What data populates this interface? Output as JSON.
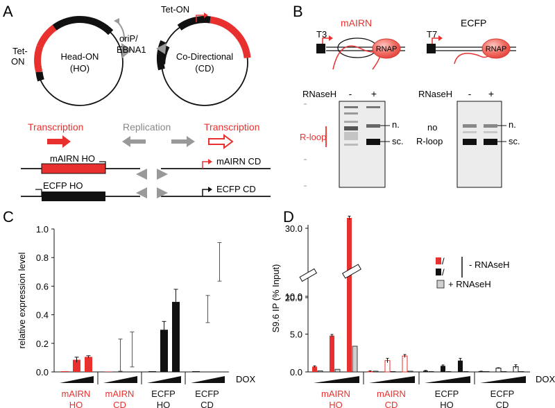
{
  "colors": {
    "red": "#e8312f",
    "black": "#111111",
    "gray": "#999999",
    "lightgray": "#cfcfcf",
    "gel_bg": "#e9e9e9"
  },
  "panels": {
    "a": "A",
    "b": "B",
    "c": "C",
    "d": "D"
  },
  "panel_a": {
    "tet_on_left": [
      "Tet-",
      "ON"
    ],
    "tet_on_right": "Tet-ON",
    "ho_plasmid": [
      "Head-ON",
      "(HO)"
    ],
    "cd_plasmid": [
      "Co-Directional",
      "(CD)"
    ],
    "oriP": [
      "oriP/",
      "EBNA1"
    ],
    "transcription_left": "Transcription",
    "replication": "Replication",
    "transcription_right": "Transcription",
    "mairn_ho": "mAIRN HO",
    "mairn_cd": "mAIRN CD",
    "ecfp_ho": "ECFP HO",
    "ecfp_cd": "ECFP CD"
  },
  "panel_b": {
    "mairn_title": "mAIRN",
    "ecfp_title": "ECFP",
    "t3": "T3",
    "t7": "T7",
    "rnap": "RNAP",
    "rnaseh_label": "RNaseH",
    "minus": "-",
    "plus": "+",
    "rloop": "R-loop",
    "no_rloop": [
      "no",
      "R-loop"
    ],
    "nicked": "n.",
    "supercoiled": "sc."
  },
  "chart_data": [
    {
      "type": "bar",
      "panel": "C",
      "ylabel": "relative expression level",
      "ylim": [
        0,
        1.0
      ],
      "yticks": [
        "0.0",
        "0.2",
        "0.4",
        "0.6",
        "0.8",
        "1.0"
      ],
      "xlabel": "DOX",
      "groups": [
        {
          "label": [
            "mAIRN",
            "HO"
          ],
          "color": "red",
          "values": [
            0.005,
            0.085,
            0.105
          ],
          "errors": [
            0,
            0.018,
            0.008
          ]
        },
        {
          "label": [
            "mAIRN",
            "CD"
          ],
          "color": "red",
          "values": [
            0.003,
            0.0,
            0.0
          ],
          "errors": [
            0,
            0,
            0
          ],
          "error_bars_only": [
            [
              0.005,
              0.23
            ],
            [
              0.035,
              0.28
            ]
          ]
        },
        {
          "label": [
            "ECFP",
            "HO"
          ],
          "color": "black",
          "values": [
            0.005,
            0.295,
            0.49
          ],
          "errors": [
            0,
            0.058,
            0.088
          ]
        },
        {
          "label": [
            "ECFP",
            "CD"
          ],
          "color": "black",
          "values": [
            0.005,
            0.0,
            0.0
          ],
          "errors": [
            0,
            0,
            0
          ],
          "error_bars_only": [
            [
              0.345,
              0.535
            ],
            [
              0.635,
              0.905
            ]
          ]
        }
      ]
    },
    {
      "type": "bar",
      "panel": "D",
      "ylabel": "S9.6 IP (% Input)",
      "yticks": [
        "0.0",
        "5.0",
        "10.0",
        "20.0",
        "30.0"
      ],
      "xlabel": "DOX",
      "axis_break": true,
      "legend": {
        "filled_suffix": "/",
        "minus_rnaseh": "- RNAseH",
        "plus_rnaseh": "+ RNAseH"
      },
      "groups": [
        {
          "label": [
            "mAIRN",
            "HO"
          ],
          "color": "red",
          "minus_rnaseh": [
            0.7,
            4.8,
            31.5
          ],
          "minus_err": [
            0.1,
            0.15,
            0.25
          ],
          "plus_rnaseh": [
            0.15,
            0.35,
            3.4
          ]
        },
        {
          "label": [
            "mAIRN",
            "CD"
          ],
          "color": "red",
          "minus_rnaseh": [
            0.05,
            1.5,
            2.1
          ],
          "minus_err": [
            0.1,
            0.3,
            0.2
          ],
          "plus_rnaseh": [
            0.1,
            0.05,
            0.1
          ],
          "hollow": true
        },
        {
          "label": [
            "ECFP",
            "HO"
          ],
          "color": "black",
          "minus_rnaseh": [
            0.15,
            0.8,
            1.5
          ],
          "minus_err": [
            0.05,
            0.12,
            0.3
          ],
          "plus_rnaseh": [
            0.05,
            0.05,
            0.05
          ]
        },
        {
          "label": [
            "ECFP",
            "CD"
          ],
          "color": "black",
          "minus_rnaseh": [
            0.05,
            0.5,
            0.7
          ],
          "minus_err": [
            0.05,
            0.05,
            0.25
          ],
          "plus_rnaseh": [
            0.05,
            0.05,
            0.05
          ],
          "hollow": true
        }
      ]
    }
  ]
}
